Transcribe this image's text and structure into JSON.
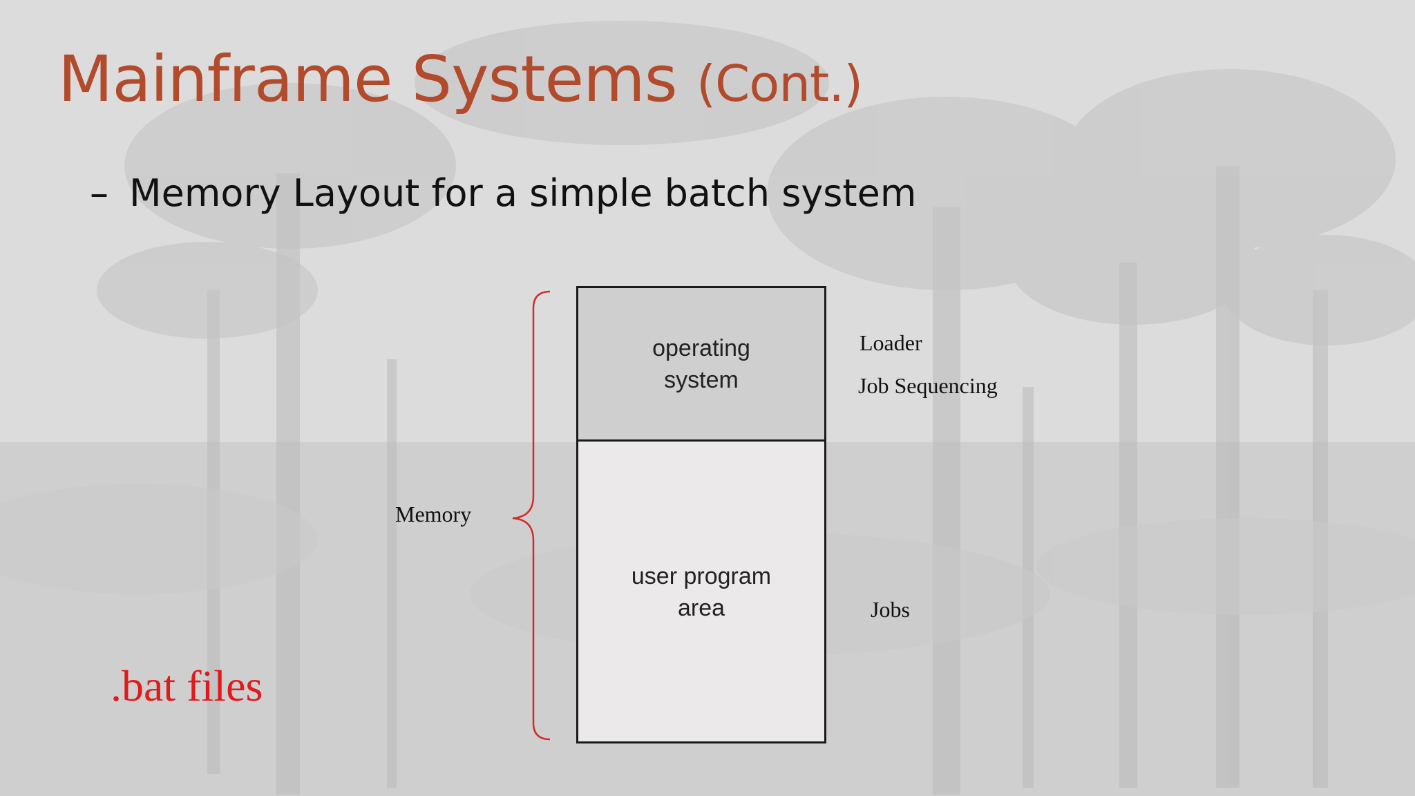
{
  "slide": {
    "title_main": "Mainframe Systems",
    "title_suffix": "(Cont.)",
    "bullet_dash": "–",
    "bullet_text": "Memory Layout for a simple batch system"
  },
  "diagram": {
    "os_label_line1": "operating",
    "os_label_line2": "system",
    "user_label_line1": "user program",
    "user_label_line2": "area",
    "memory_label": "Memory",
    "right_labels": {
      "loader": "Loader",
      "job_sequencing": "Job Sequencing",
      "jobs": "Jobs"
    }
  },
  "annotation": ".bat files",
  "colors": {
    "title": "#b24a2c",
    "brace": "#d42a2a",
    "annotation": "#e01b1b"
  }
}
